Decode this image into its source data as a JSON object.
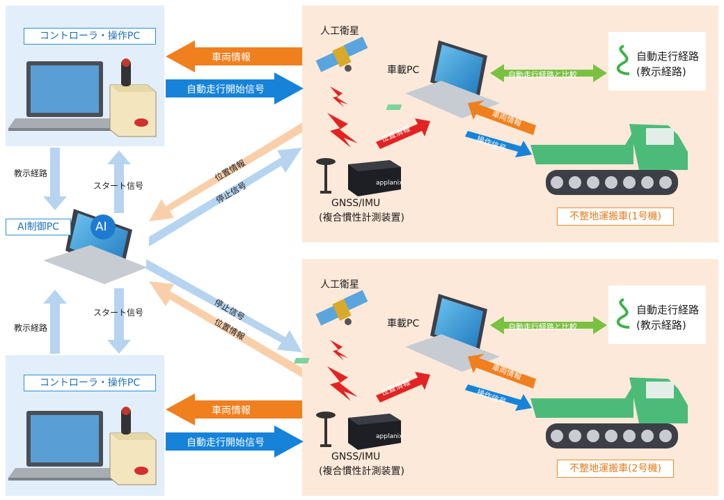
{
  "controllers": [
    {
      "title": "コントローラ・操作PC"
    },
    {
      "title": "コントローラ・操作PC"
    }
  ],
  "ai": {
    "title": "AI制御PC",
    "icon_text": "AI"
  },
  "vertical_labels": {
    "top_left": "教示経路",
    "top_right": "スタート信号",
    "bottom_left": "教示経路",
    "bottom_right": "スタート信号"
  },
  "units": [
    {
      "satellite": "人工衛星",
      "onboard_pc": "車載PC",
      "route_title_1": "自動走行経路",
      "route_title_2": "(教示経路)",
      "compare": "自動走行経路と比較",
      "vehicle_info": "車両情報",
      "operation": "操作信号",
      "position": "位置情報",
      "gnss_1": "GNSS/IMU",
      "gnss_2": "(複合慣性計測装置)",
      "gnss_brand": "applanix",
      "truck_title": "不整地運搬車(1号機)",
      "left_arrow": "車両情報",
      "right_arrow": "自動走行開始信号"
    },
    {
      "satellite": "人工衛星",
      "onboard_pc": "車載PC",
      "route_title_1": "自動走行経路",
      "route_title_2": "(教示経路)",
      "compare": "自動走行経路と比較",
      "vehicle_info": "車両情報",
      "operation": "操作信号",
      "position": "位置情報",
      "gnss_1": "GNSS/IMU",
      "gnss_2": "(複合慣性計測装置)",
      "gnss_brand": "applanix",
      "truck_title": "不整地運搬車(2号機)",
      "left_arrow": "車両情報",
      "right_arrow": "自動走行開始信号"
    }
  ],
  "diag": {
    "top_pos": "位置情報",
    "top_stop": "停止信号",
    "bot_stop": "停止信号",
    "bot_pos": "位置情報"
  },
  "colors": {
    "panel_blue": "#e2eef9",
    "panel_orange": "#fde9d9",
    "arrow_orange": "#f07f1e",
    "arrow_blue": "#1683d8",
    "arrow_green": "#7ac142",
    "arrow_red": "#e32322",
    "light_blue": "#b6d4ef",
    "light_orange": "#f9cfaa",
    "truck_green": "#4cbb7a"
  }
}
